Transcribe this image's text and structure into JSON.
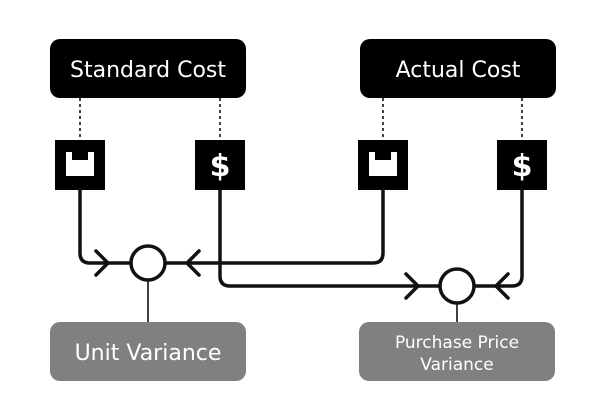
{
  "nodes": {
    "standard_cost": "Standard Cost",
    "actual_cost": "Actual Cost"
  },
  "icons": {
    "standard_quantity": "box-icon",
    "standard_price": "dollar-icon",
    "actual_quantity": "box-icon",
    "actual_price": "dollar-icon",
    "dollar_glyph": "$"
  },
  "results": {
    "unit_variance": "Unit Variance",
    "purchase_price_variance_line1": "Purchase Price",
    "purchase_price_variance_line2": "Variance"
  },
  "colors": {
    "node_fill": "#000000",
    "result_fill": "#808080",
    "text": "#ffffff",
    "lines": "#111111"
  }
}
